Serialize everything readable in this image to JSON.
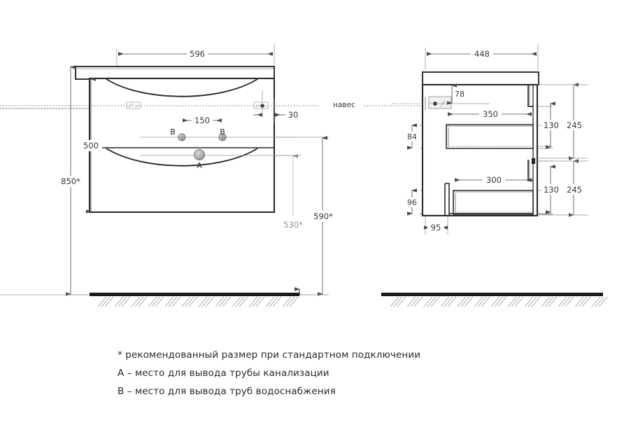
{
  "drawing": {
    "title": "Bathroom vanity cabinet technical drawing",
    "units": "mm",
    "line_color": "#222222",
    "dim_color": "#4a4a4a",
    "text_color": "#3a3a3a"
  },
  "front_view": {
    "name": "front-view",
    "dimensions": {
      "overall_width": "596",
      "cabinet_height": "500",
      "total_height": "850*",
      "mount_offset": "30",
      "water_spacing": "150",
      "bottom_ref_a": "530*",
      "bottom_ref_b": "590*"
    },
    "markers": {
      "water_left": "B",
      "water_right": "B",
      "drain": "A"
    },
    "callout": "навес"
  },
  "side_view": {
    "name": "side-view",
    "dimensions": {
      "overall_depth": "448",
      "top_drawer_depth": "350",
      "bottom_drawer_depth": "300",
      "mount_from_top": "78",
      "upper_offset": "84",
      "lower_offset": "96",
      "plinth_offset": "95",
      "upper_drawer_height": "130",
      "upper_section_height": "245",
      "lower_drawer_height": "130",
      "lower_section_height": "245"
    }
  },
  "notes": {
    "line1": "* рекомендованный размер при стандартном подключении",
    "line2": "А – место для вывода трубы канализации",
    "line3": "В – место для вывода труб водоснабжения"
  }
}
